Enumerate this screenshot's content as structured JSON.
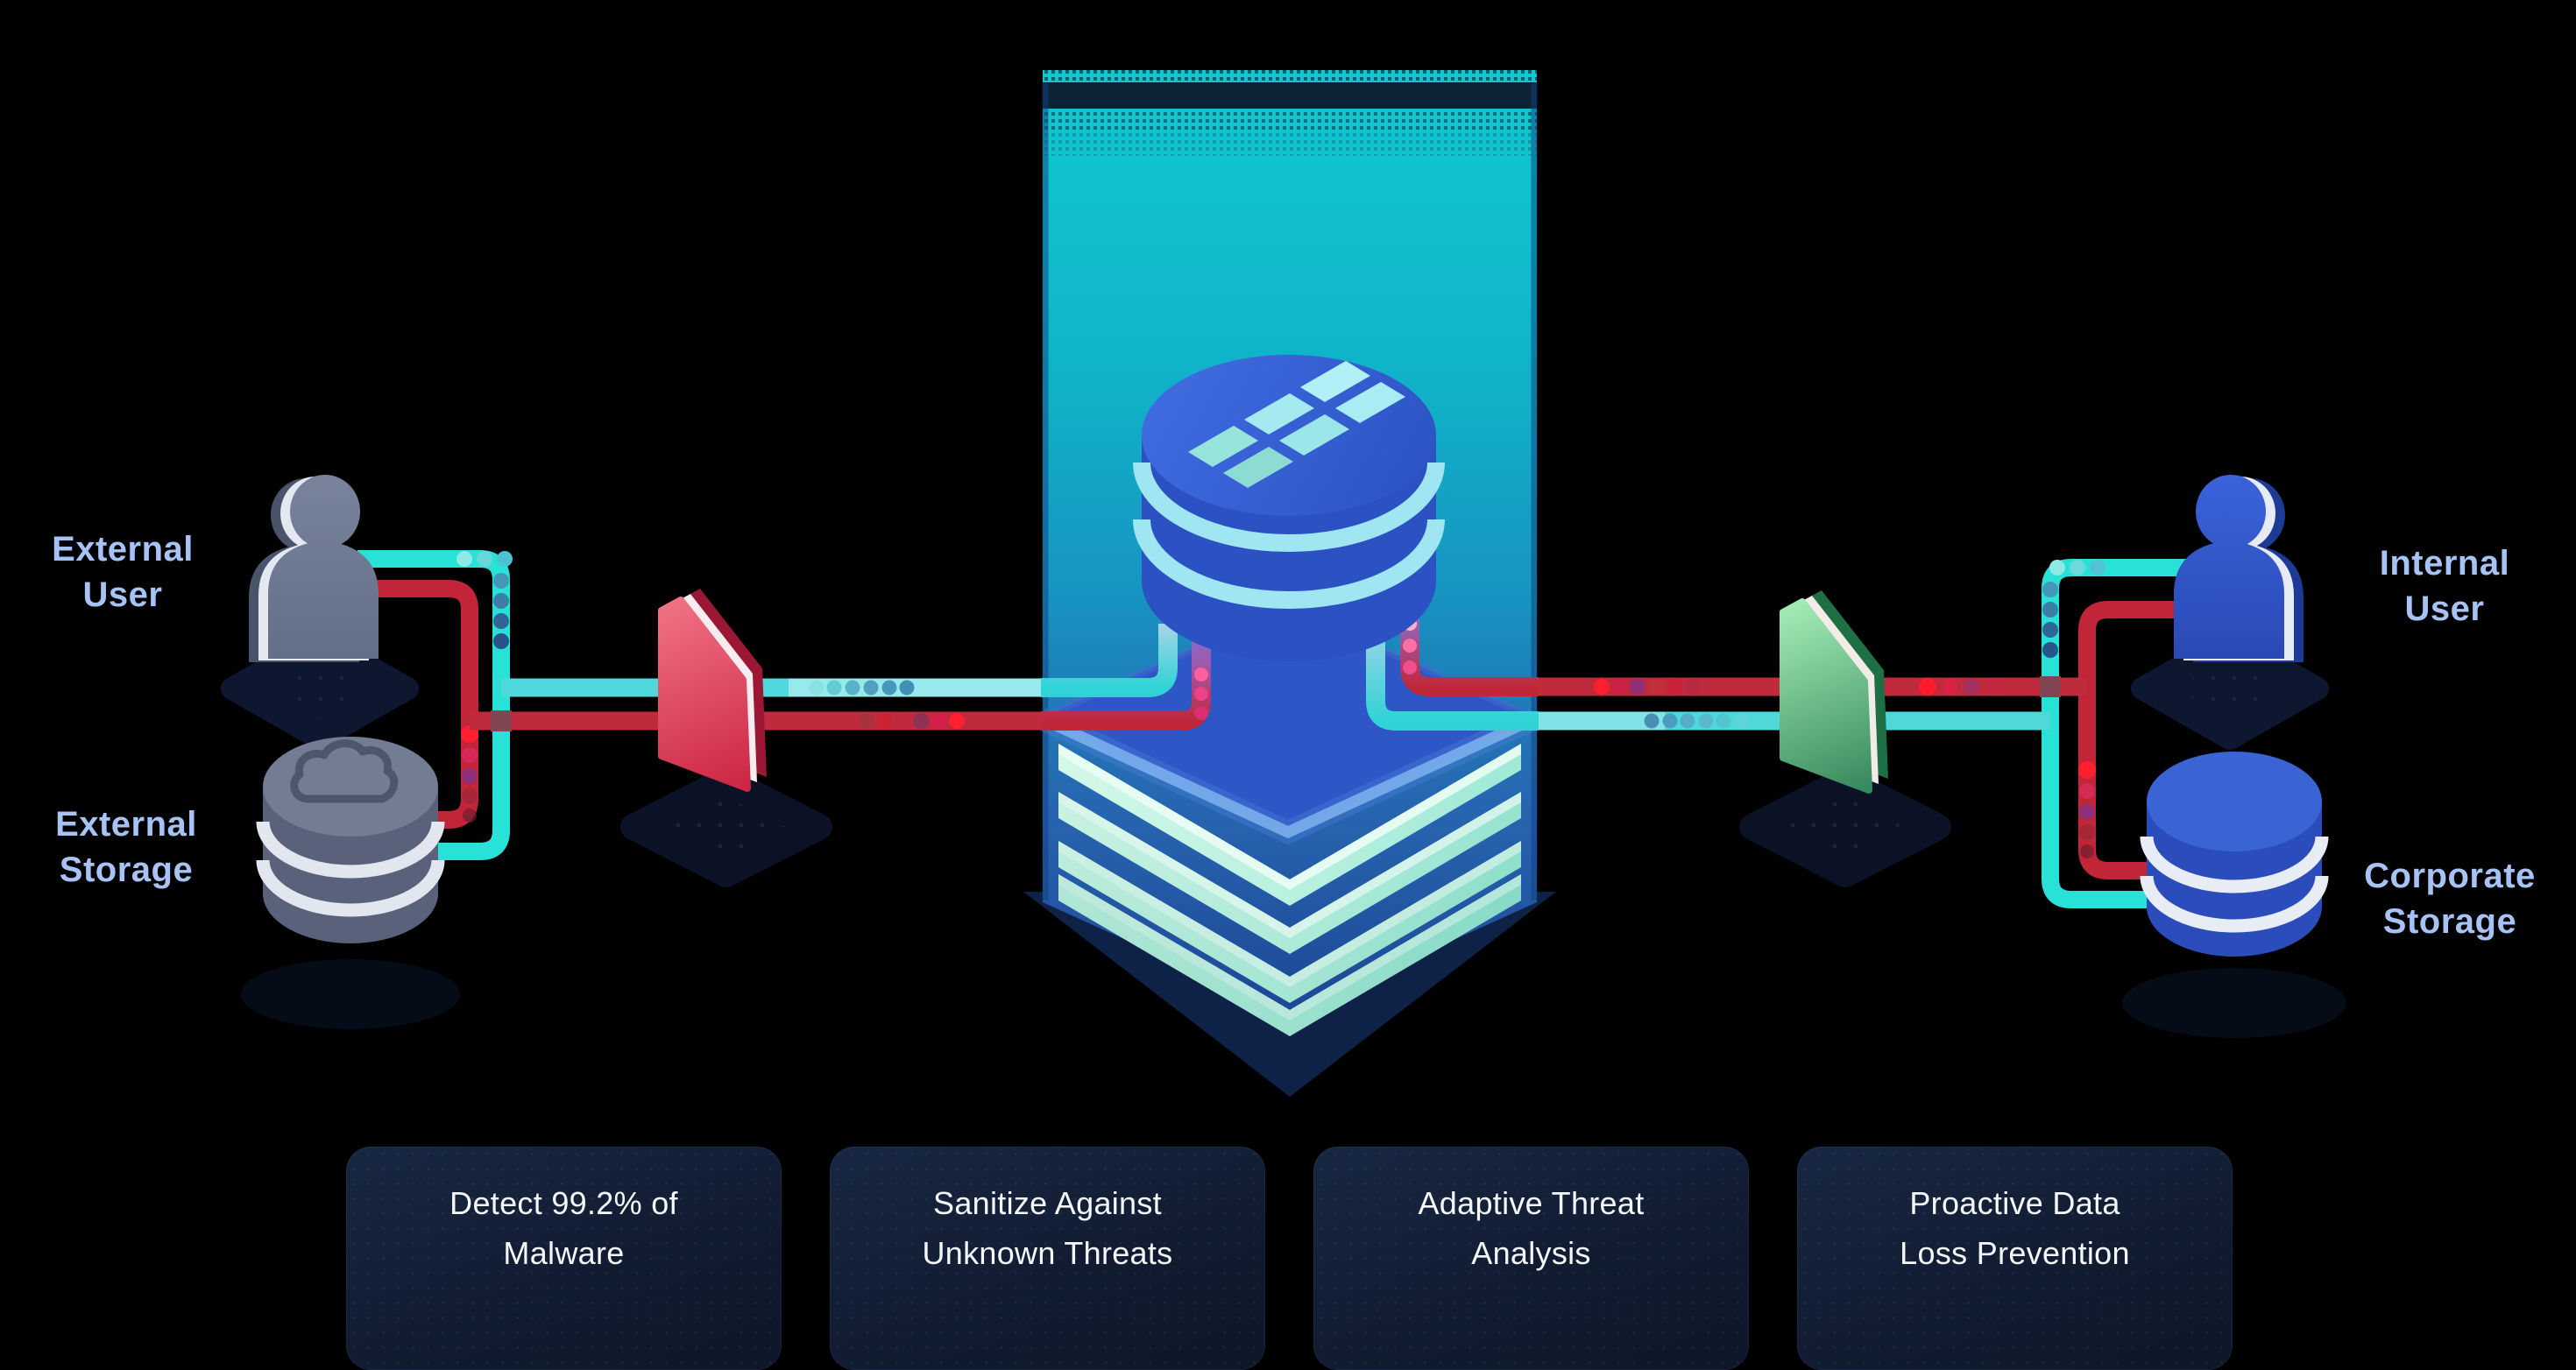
{
  "diagram": {
    "nodes": {
      "external_user": {
        "line1": "External",
        "line2": "User"
      },
      "external_storage": {
        "line1": "External",
        "line2": "Storage"
      },
      "internal_user": {
        "line1": "Internal",
        "line2": "User"
      },
      "corporate_storage": {
        "line1": "Corporate",
        "line2": "Storage"
      }
    },
    "icons": [
      "external-user-person-icon",
      "external-storage-cloud-database-icon",
      "threat-file-shield-icon",
      "sanitizer-engine-database-icon",
      "sanitized-layers-icon",
      "clean-file-shield-icon",
      "internal-user-person-icon",
      "corporate-storage-database-icon"
    ],
    "colors": {
      "background": "#000000",
      "label_text": "#a7c2f4",
      "line_teal": "#28e1d7",
      "line_red": "#c0283c",
      "beam_top_teal": "#10c9d1",
      "beam_bottom_blue": "#1d4795",
      "rhombus_blue": "#2e56c6",
      "mint_layers": "#bff3e0",
      "threat_shield_red": "#d8304e",
      "clean_shield_green": "#57b87a",
      "external_gray": "#6e7890",
      "internal_blue": "#2f57cb",
      "card_background": "#121f36",
      "card_text": "#f4f7fb"
    }
  },
  "features": [
    {
      "line1": "Detect 99.2% of",
      "line2": "Malware"
    },
    {
      "line1": "Sanitize Against",
      "line2": "Unknown Threats"
    },
    {
      "line1": "Adaptive Threat",
      "line2": "Analysis"
    },
    {
      "line1": "Proactive Data",
      "line2": "Loss Prevention"
    }
  ]
}
